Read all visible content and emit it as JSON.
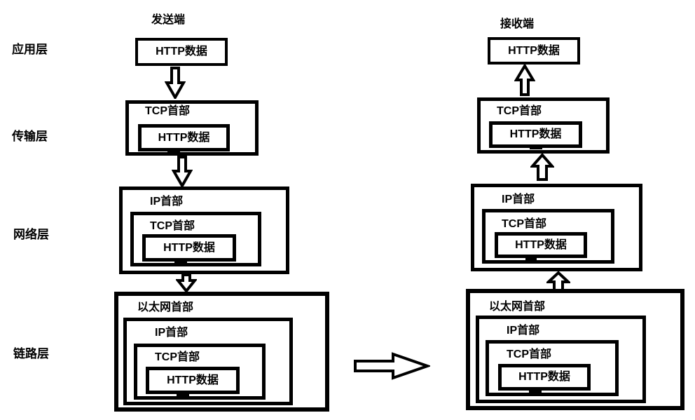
{
  "strings": {
    "sender_title": "发送端",
    "receiver_title": "接收端",
    "http_data": "HTTP数据",
    "tcp_header": "TCP首部",
    "ip_header": "IP首部",
    "ethernet_header": "以太网首部"
  },
  "layers": [
    {
      "label": "应用层"
    },
    {
      "label": "传输层"
    },
    {
      "label": "网络层"
    },
    {
      "label": "链路层"
    }
  ],
  "icons": {
    "down_arrow": "hollow-block-arrow-down",
    "up_arrow": "hollow-block-arrow-up",
    "right_arrow": "hollow-block-arrow-right"
  },
  "colors": {
    "line": "#000000",
    "fill": "#ffffff",
    "background": "#ffffff"
  }
}
